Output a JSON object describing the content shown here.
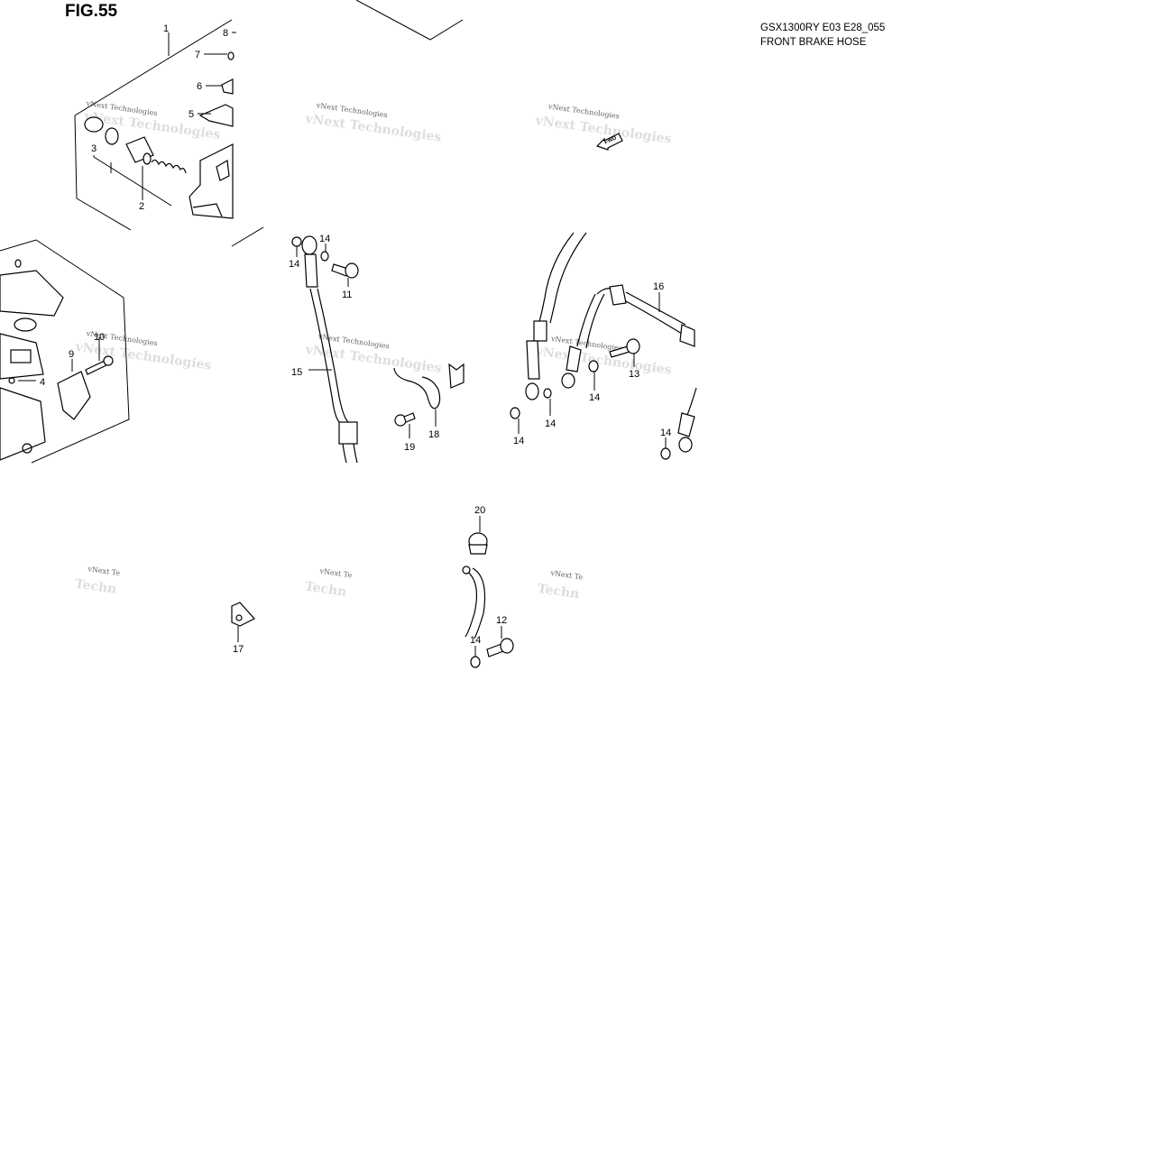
{
  "figure": {
    "title": "FIG.55",
    "model_code": "GSX1300RY E03 E28_055",
    "section_name": "FRONT BRAKE HOSE"
  },
  "watermark": {
    "brand": "vNext Technologies",
    "short_top": "vNext Te",
    "short_bottom": "Techn"
  },
  "fwd_label": "FWD",
  "callouts": [
    "1",
    "2",
    "3",
    "4",
    "5",
    "6",
    "7",
    "8",
    "9",
    "10",
    "11",
    "12",
    "13",
    "14",
    "15",
    "16",
    "17",
    "18",
    "19",
    "20"
  ]
}
